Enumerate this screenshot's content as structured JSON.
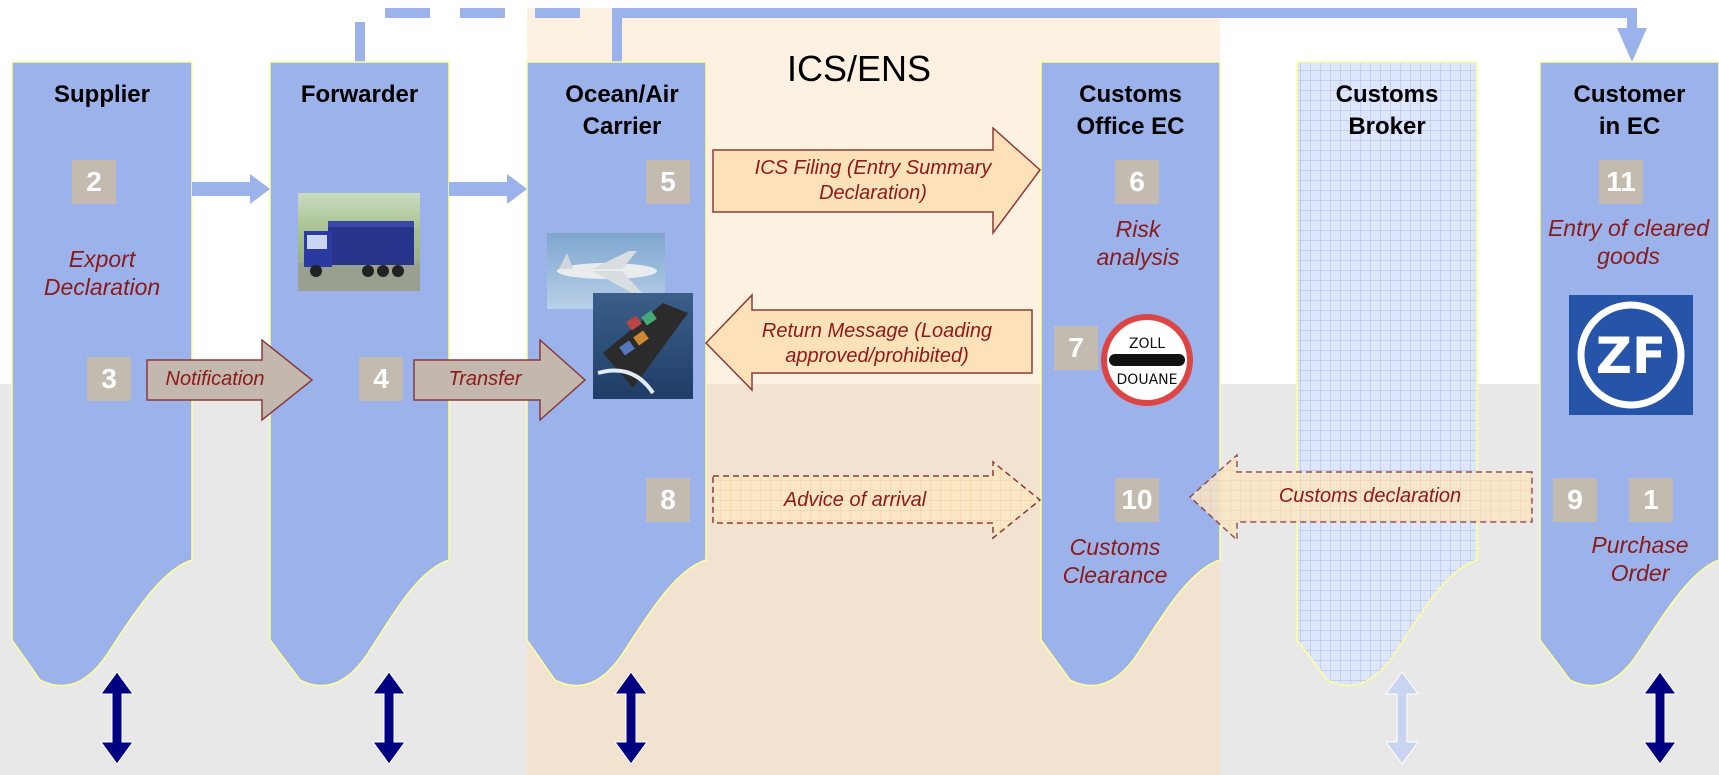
{
  "title": "ICS/ENS",
  "lanes": [
    {
      "id": "supplier",
      "title": "Supplier"
    },
    {
      "id": "forwarder",
      "title": "Forwarder"
    },
    {
      "id": "carrier",
      "title": "Ocean/Air\nCarrier"
    },
    {
      "id": "customs_office",
      "title": "Customs\nOffice EC"
    },
    {
      "id": "broker",
      "title": "Customs\nBroker"
    },
    {
      "id": "customer",
      "title": "Customer\nin EC"
    }
  ],
  "steps": {
    "s1": "1",
    "s2": "2",
    "s3": "3",
    "s4": "4",
    "s5": "5",
    "s6": "6",
    "s7": "7",
    "s8": "8",
    "s9": "9",
    "s10": "10",
    "s11": "11"
  },
  "texts": {
    "export_declaration": "Export\nDeclaration",
    "risk_analysis": "Risk\nanalysis",
    "customs_clearance": "Customs\nClearance",
    "entry_cleared_goods": "Entry of cleared\ngoods",
    "purchase_order": "Purchase\nOrder"
  },
  "arrows": {
    "notification": "Notification",
    "transfer": "Transfer",
    "ics_filing": "ICS Filing (Entry Summary\nDeclaration)",
    "return_message": "Return Message (Loading\napproved/prohibited)",
    "advice_arrival": "Advice of arrival",
    "customs_declaration": "Customs declaration"
  },
  "images": {
    "truck": "truck-photo",
    "plane": "cargo-plane-photo",
    "ship": "container-ship-photo",
    "zoll_sign": "ZOLL\nDOUANE",
    "zf_logo": "ZF"
  },
  "zoll_top": "ZOLL",
  "zoll_bottom": "DOUANE",
  "zf_text": "ZF",
  "colors": {
    "lane_fill": "#9bb3ea",
    "lane_border": "#ffff99",
    "connector": "#9bb3ea",
    "step_box": "#c4bbb0",
    "label_red": "#8b1a1a",
    "dark_arrow": "#000080",
    "ics_band": "#fdf0de"
  }
}
